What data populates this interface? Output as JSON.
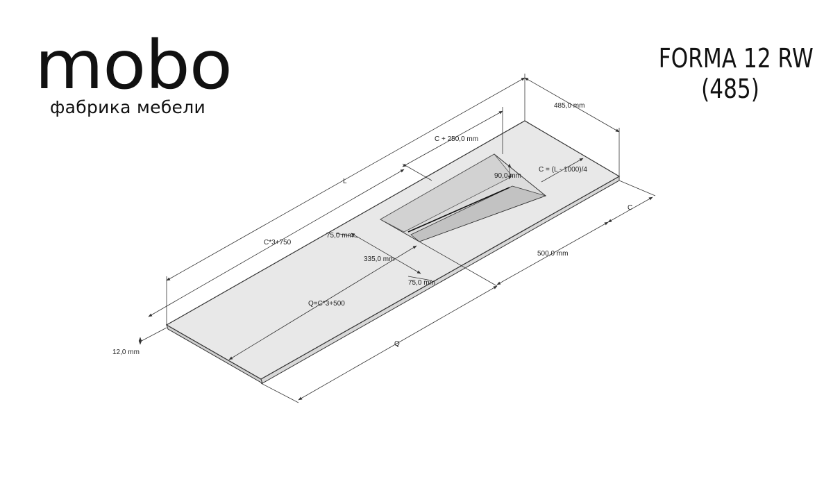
{
  "brand": {
    "logo": "mobo",
    "tagline": "фабрика мебели"
  },
  "product": {
    "name": "FORMA 12 RW",
    "subtitle": "(485)"
  },
  "dimensions": {
    "depth": "485,0 mm",
    "c_offset": "C + 250,0 mm",
    "length": "L",
    "bowl_depth": "90,0 mm",
    "c_formula": "C = (L - 1000)/4",
    "c_label": "C",
    "c3_750": "C*3+750",
    "edge_75_top": "75,0 mm",
    "sink_335": "335,0 mm",
    "sink_500": "500,0 mm",
    "edge_75_bottom": "75,0 mm",
    "q_formula": "Q=C*3+500",
    "thickness": "12,0 mm",
    "q_label": "Q"
  },
  "colors": {
    "top": "#e6e6e6",
    "edge": "#cfcfcf",
    "bowl": "#c6c6c6",
    "line": "#333333"
  }
}
